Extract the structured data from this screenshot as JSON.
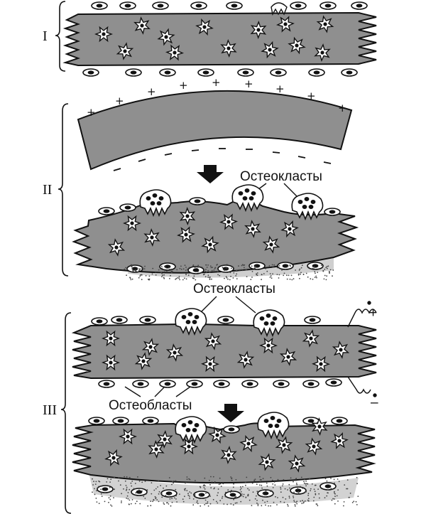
{
  "sections": {
    "s1": {
      "label": "I"
    },
    "s2": {
      "label": "II",
      "plus": "+",
      "osteoclasts_label": "Остеокласты"
    },
    "s3": {
      "label": "III",
      "osteoclasts_label": "Остеокласты",
      "osteoblasts_label": "Остеобласты",
      "plus": "+",
      "minus": "–"
    }
  },
  "colors": {
    "bone": "#8f8f8f",
    "outline": "#111111"
  }
}
